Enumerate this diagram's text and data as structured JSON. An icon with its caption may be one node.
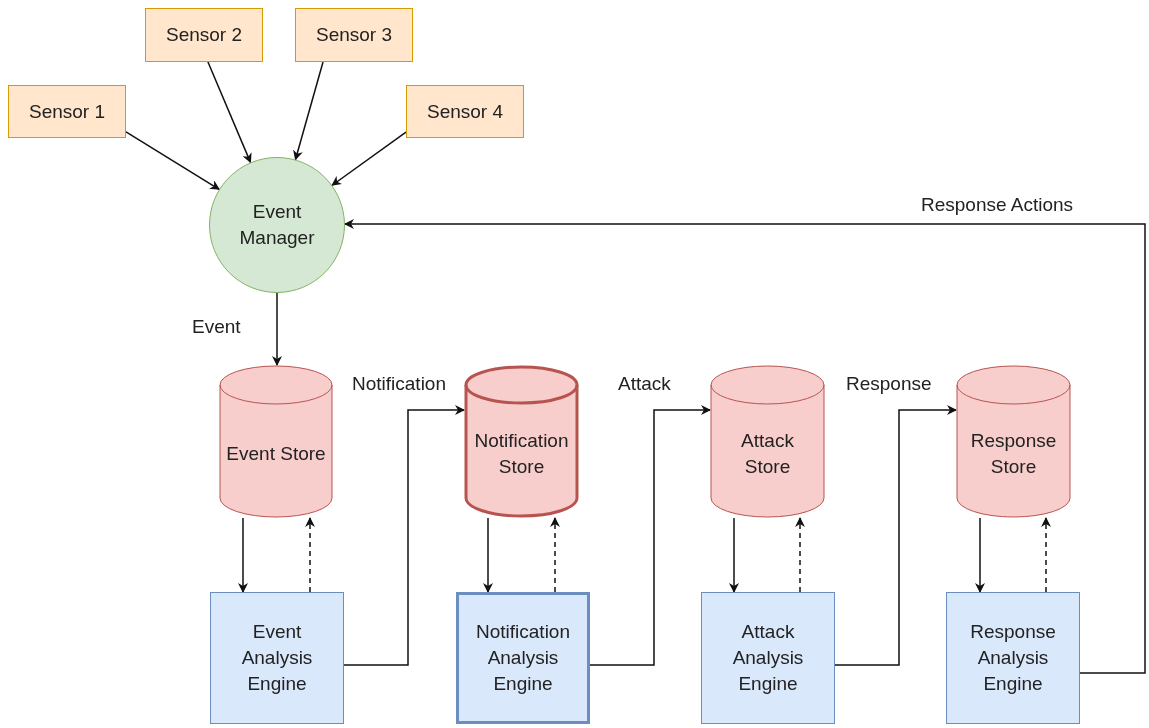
{
  "diagram": {
    "nodes": [
      {
        "text": [
          "Sensor 1"
        ]
      },
      {
        "text": [
          "Sensor 2"
        ]
      },
      {
        "text": [
          "Sensor 3"
        ]
      },
      {
        "text": [
          "Sensor 4"
        ]
      },
      {
        "text": [
          "Event Manager"
        ]
      },
      {
        "text": [
          "Event Store"
        ]
      },
      {
        "text": [
          "Notification Store"
        ]
      },
      {
        "text": [
          "Attack Store"
        ]
      },
      {
        "text": [
          "Response Store"
        ]
      },
      {
        "text": [
          "Event Analysis Engine"
        ]
      },
      {
        "text": [
          "Notification Analysis Engine"
        ]
      },
      {
        "text": [
          "Attack Analysis Engine"
        ]
      },
      {
        "text": [
          "Response Analysis Engine"
        ]
      }
    ],
    "edges": [
      {
        "from": 0,
        "to": 4,
        "arrow": "to"
      },
      {
        "from": 1,
        "to": 4,
        "arrow": "to"
      },
      {
        "from": 2,
        "to": 4,
        "arrow": "to"
      },
      {
        "from": 3,
        "to": 4,
        "arrow": "to"
      },
      {
        "from": 4,
        "to": 5,
        "arrow": "to",
        "label": "Event"
      },
      {
        "from": 5,
        "to": 9,
        "arrow": "to"
      },
      {
        "from": 9,
        "to": 5,
        "arrow": "to",
        "style": "dashed"
      },
      {
        "from": 9,
        "to": 6,
        "arrow": "to",
        "label": "Notification"
      },
      {
        "from": 6,
        "to": 10,
        "arrow": "to"
      },
      {
        "from": 10,
        "to": 6,
        "arrow": "to",
        "style": "dashed"
      },
      {
        "from": 10,
        "to": 7,
        "arrow": "to",
        "label": "Attack"
      },
      {
        "from": 7,
        "to": 11,
        "arrow": "to"
      },
      {
        "from": 11,
        "to": 7,
        "arrow": "to",
        "style": "dashed"
      },
      {
        "from": 11,
        "to": 8,
        "arrow": "to",
        "label": "Response"
      },
      {
        "from": 8,
        "to": 12,
        "arrow": "to"
      },
      {
        "from": 12,
        "to": 8,
        "arrow": "to",
        "style": "dashed"
      },
      {
        "from": 12,
        "to": 4,
        "arrow": "to",
        "label": "Response Actions"
      }
    ]
  }
}
